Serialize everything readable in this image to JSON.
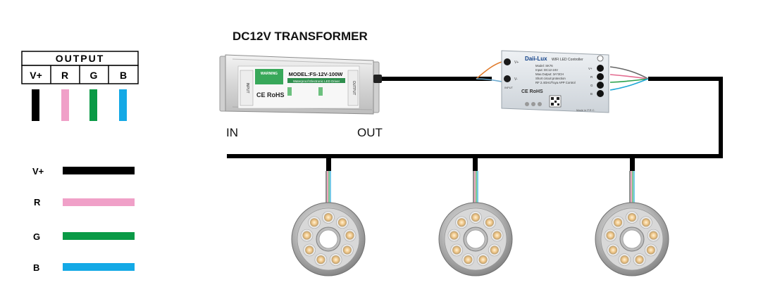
{
  "output_table": {
    "header": "OUTPUT",
    "columns": [
      {
        "label": "V+",
        "color": "#000000"
      },
      {
        "label": "R",
        "color": "#f0a0c8"
      },
      {
        "label": "G",
        "color": "#0a9a46"
      },
      {
        "label": "B",
        "color": "#14a9e6"
      }
    ]
  },
  "legend": [
    {
      "label": "V+",
      "color": "#000000"
    },
    {
      "label": "R",
      "color": "#f0a0c8"
    },
    {
      "label": "G",
      "color": "#0a9a46"
    },
    {
      "label": "B",
      "color": "#14a9e6"
    }
  ],
  "transformer": {
    "title": "DC12V TRANSFORMER",
    "model": "MODEL:FS-12V-100W",
    "subtitle": "Waterproof Electronic LED Driver",
    "warning": "WARNING",
    "input_label": "INPUT",
    "output_label": "OUTPUT",
    "ce_rohs": "CE RoHS",
    "in_label": "IN",
    "out_label": "OUT"
  },
  "controller": {
    "brand": "Daii-Lux",
    "name": "WIFI LED Controller",
    "specs": [
      "Model: SK76",
      "Input: DC12-24V",
      "Max.Output: 3A*3CH",
      "Short circuit protection",
      "RF 2.4GHz/Tuya APP Control"
    ],
    "pins": [
      "V+",
      "R",
      "G",
      "B"
    ],
    "made_in": "Made in P.R.C.",
    "ce_rohs": "CE RoHS",
    "port_labels": [
      "V+",
      "V-"
    ],
    "input_label": "INPUT"
  },
  "lights": {
    "count": 3,
    "led_count": 9
  }
}
